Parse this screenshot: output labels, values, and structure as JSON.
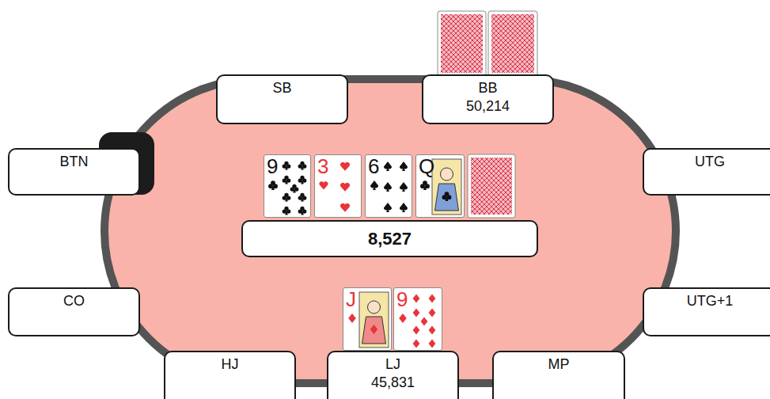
{
  "diagram": {
    "nodes": [
      {
        "text": [
          "SB"
        ]
      },
      {
        "text": [
          "BB",
          "50,214"
        ]
      },
      {
        "text": [
          "BTN"
        ]
      },
      {
        "text": [
          "UTG"
        ]
      },
      {
        "text": [
          "9"
        ]
      },
      {
        "text": [
          "3"
        ]
      },
      {
        "text": [
          "6"
        ]
      },
      {
        "text": [
          "Q"
        ]
      },
      {
        "text": [
          "8,527"
        ]
      },
      {
        "text": [
          "CO"
        ]
      },
      {
        "text": [
          "UTG+1"
        ]
      },
      {
        "text": [
          "J"
        ]
      },
      {
        "text": [
          "9"
        ]
      },
      {
        "text": [
          "HJ"
        ]
      },
      {
        "text": [
          "LJ",
          "45,831"
        ]
      },
      {
        "text": [
          "MP"
        ]
      }
    ]
  }
}
